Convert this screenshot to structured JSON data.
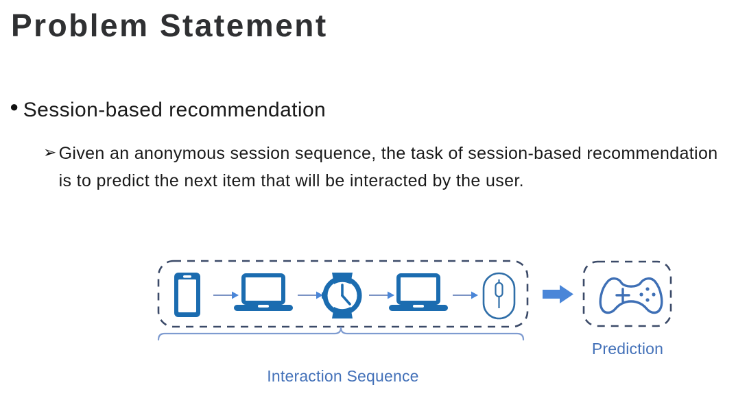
{
  "slide": {
    "title": "Problem Statement",
    "bullets": [
      {
        "marker": "●",
        "text": "Session-based recommendation"
      },
      {
        "marker": "➢",
        "text": "Given an anonymous session sequence, the task of session-based recommendation is to predict the next item that will be interacted by the user."
      }
    ]
  },
  "diagram": {
    "sequence_label": "Interaction Sequence",
    "prediction_label": "Prediction",
    "sequence_items": [
      {
        "icon": "smartphone-icon",
        "name": "smartphone"
      },
      {
        "icon": "laptop-icon",
        "name": "laptop"
      },
      {
        "icon": "wristwatch-icon",
        "name": "wristwatch"
      },
      {
        "icon": "laptop-icon",
        "name": "laptop"
      },
      {
        "icon": "computer-mouse-icon",
        "name": "computer-mouse"
      }
    ],
    "prediction_item": {
      "icon": "gamepad-icon",
      "name": "gamepad"
    },
    "connectors": [
      {
        "type": "thin-arrow-icon"
      },
      {
        "type": "thin-arrow-icon"
      },
      {
        "type": "thin-arrow-icon"
      },
      {
        "type": "thin-arrow-icon"
      },
      {
        "type": "block-arrow-icon"
      }
    ],
    "colors": {
      "device_blue": "#1b6cb0",
      "outline_blue": "#3e6fb5",
      "label_blue": "#4270b8",
      "thin_arrow": "#7b93c4",
      "block_arrow": "#4a86d8",
      "dashed_border": "#3b4a68",
      "brace": "#7e9bd0",
      "title_gray": "#2f3032"
    }
  }
}
